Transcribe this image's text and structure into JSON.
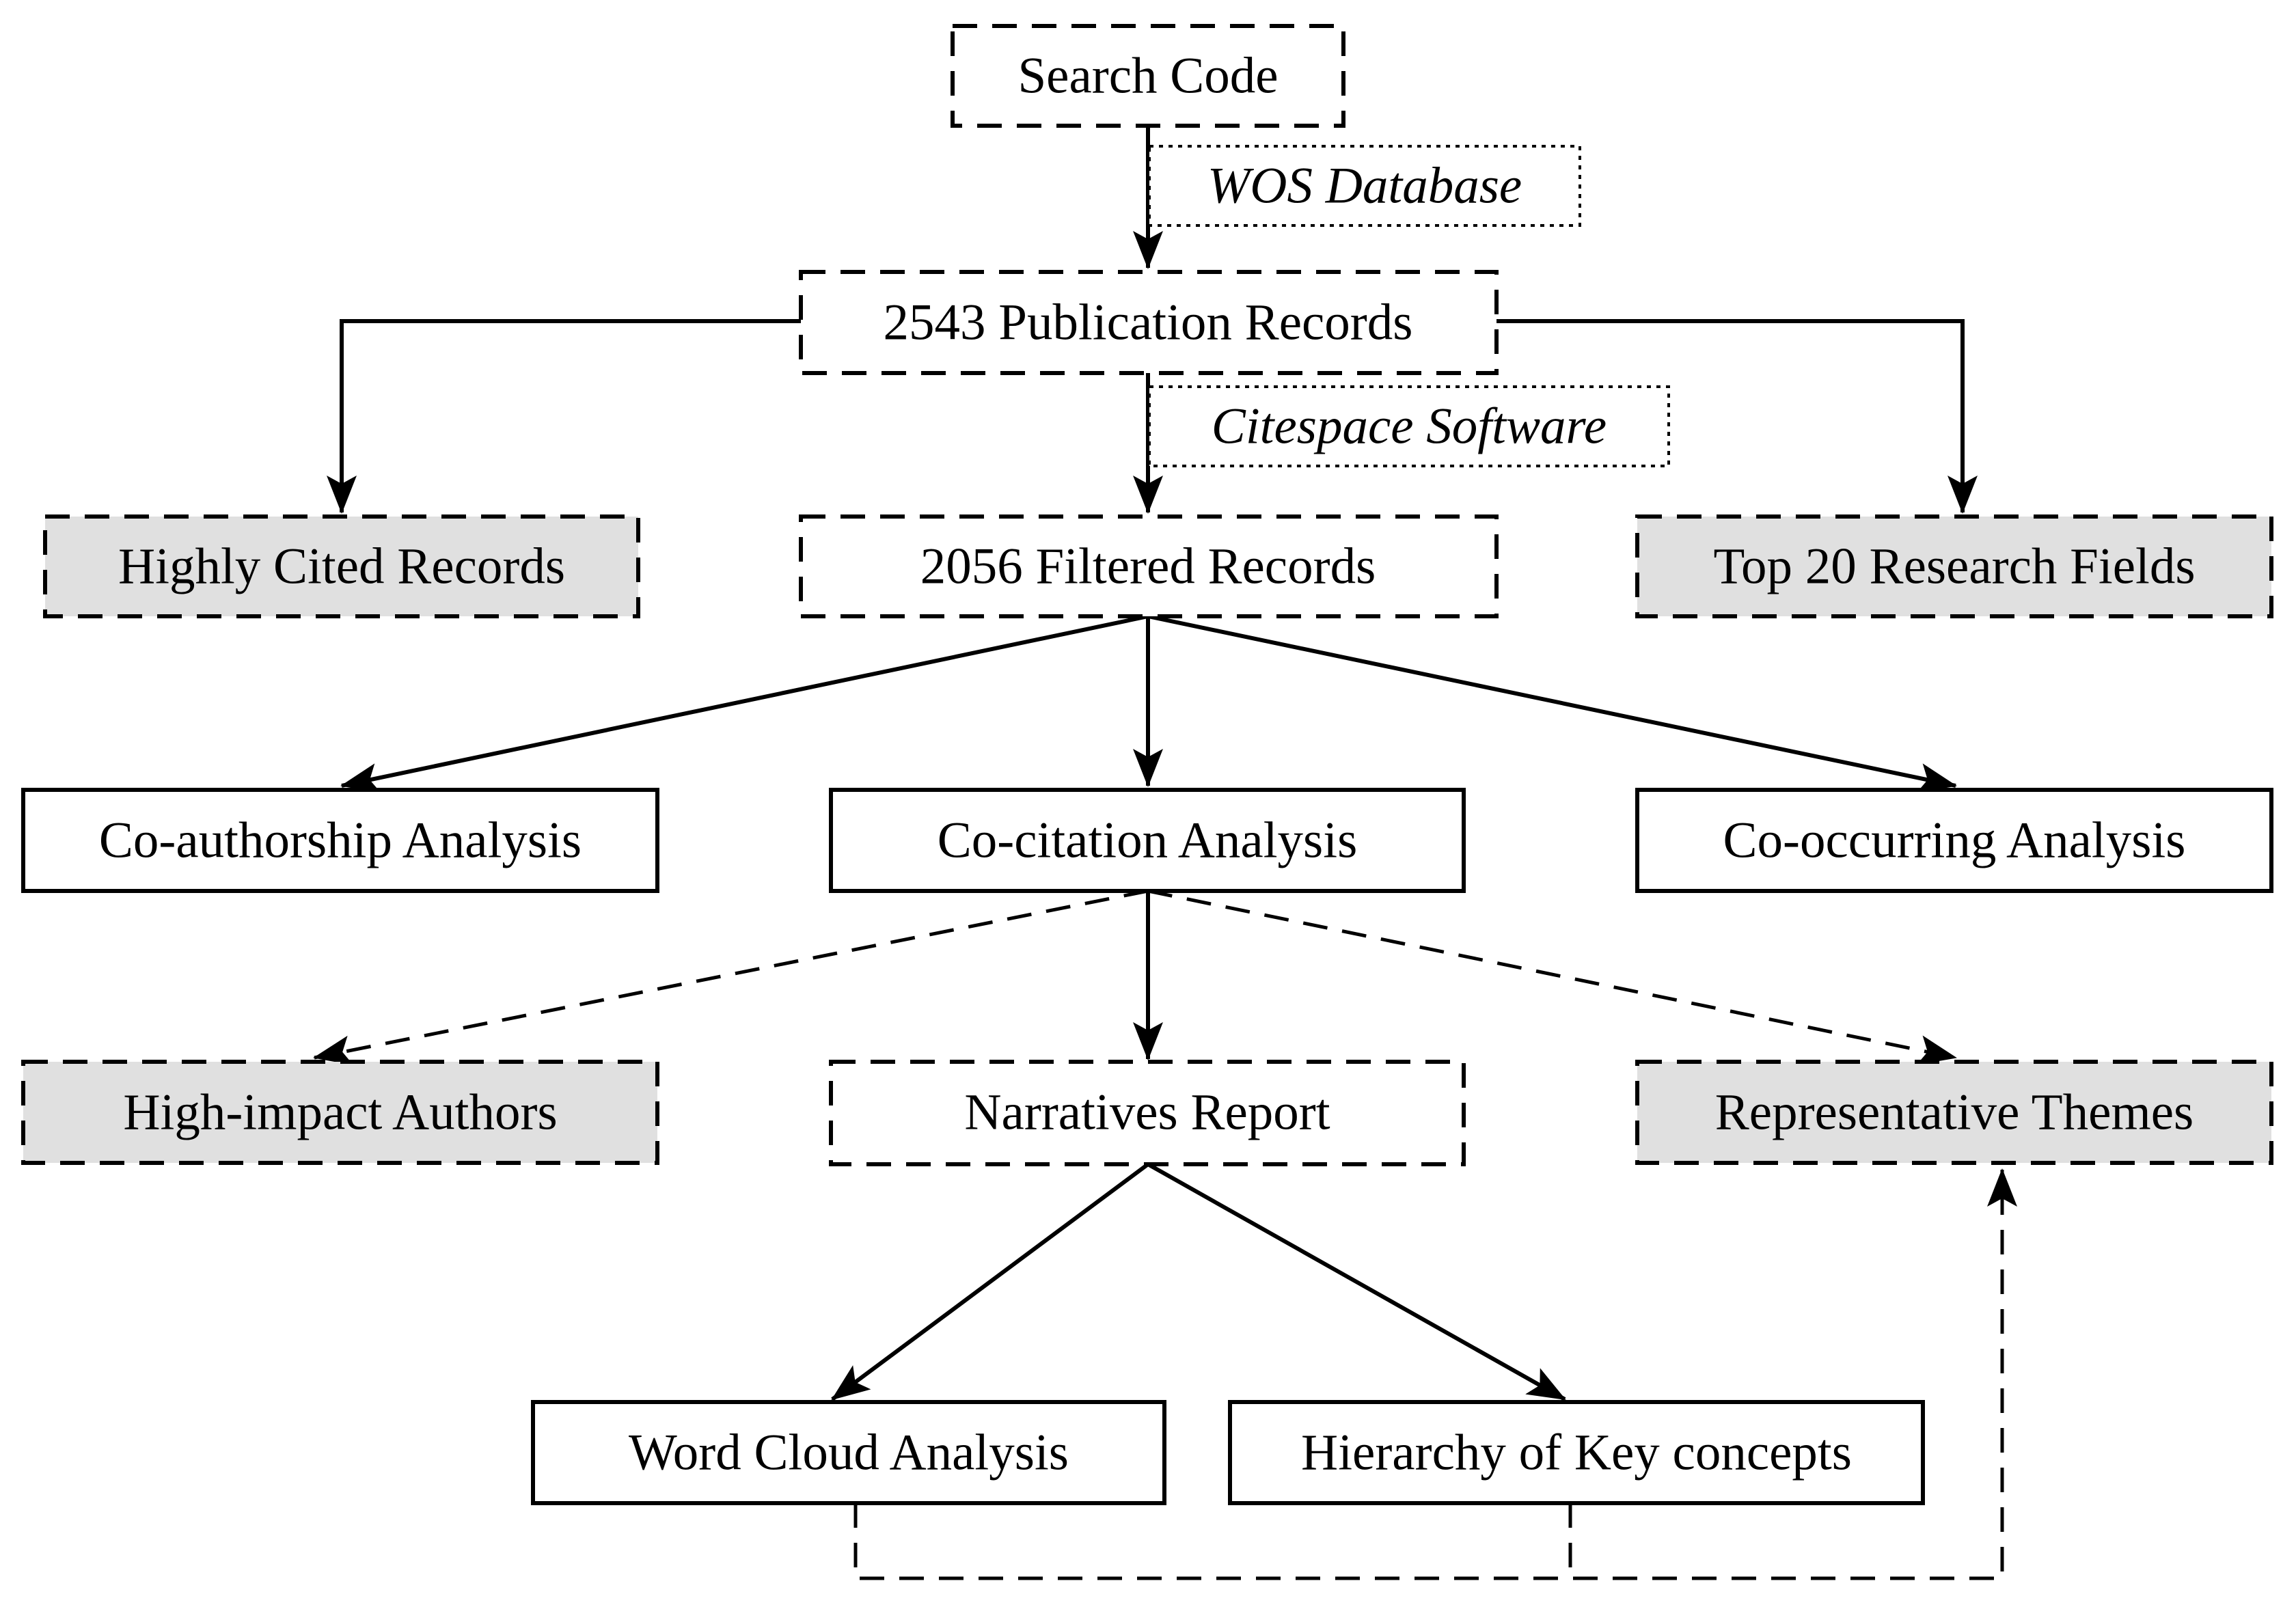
{
  "nodes": {
    "search_code": "Search Code",
    "publication_records": "2543 Publication Records",
    "highly_cited": "Highly Cited Records",
    "filtered_records": "2056 Filtered Records",
    "top_research_fields": "Top 20 Research Fields",
    "co_authorship": "Co-authorship Analysis",
    "co_citation": "Co-citation Analysis",
    "co_occurring": "Co-occurring Analysis",
    "high_impact_authors": "High-impact Authors",
    "narratives_report": "Narratives Report",
    "representative_themes": "Representative Themes",
    "word_cloud": "Word Cloud Analysis",
    "hierarchy_concepts": "Hierarchy of Key concepts"
  },
  "edge_labels": {
    "wos_database": "WOS Database",
    "citespace_software": "Citespace Software"
  },
  "colors": {
    "stroke": "#000000",
    "highlight_fill": "#e0e0e0",
    "plain_fill": "#ffffff"
  }
}
